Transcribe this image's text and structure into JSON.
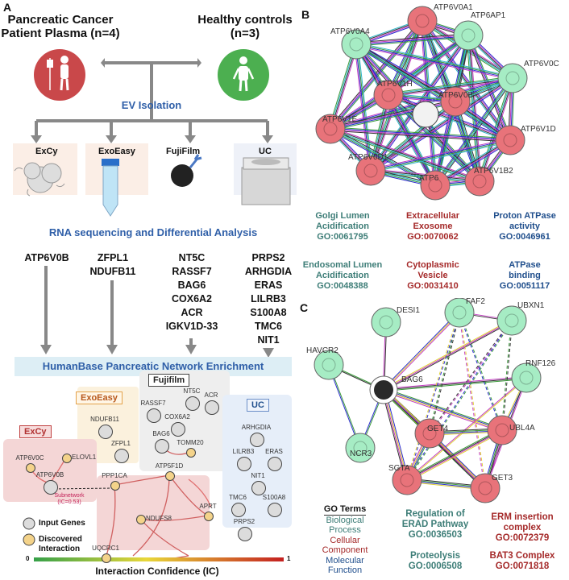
{
  "panel_a": {
    "letter": "A",
    "patients": {
      "line1": "Pancreatic Cancer",
      "line2": "Patient Plasma (n=4)"
    },
    "healthy": {
      "line1": "Healthy controls",
      "line2": "(n=3)"
    },
    "ev_isolation": "EV Isolation",
    "methods": [
      "ExCy",
      "ExoEasy",
      "FujiFilm",
      "UC"
    ],
    "rna_title": "RNA sequencing and Differential Analysis",
    "gene_columns": [
      [
        "ATP6V0B"
      ],
      [
        "ZFPL1",
        "NDUFB11"
      ],
      [
        "NT5C",
        "RASSF7",
        "BAG6",
        "COX6A2",
        "ACR",
        "IGKV1D-33"
      ],
      [
        "PRPS2",
        "ARHGDIA",
        "ERAS",
        "LILRB3",
        "S100A8",
        "TMC6",
        "NIT1"
      ]
    ],
    "humanbase_title": "HumanBase Pancreatic Network Enrichment",
    "network_boxes": {
      "exoeasy": "ExoEasy",
      "fujifilm": "Fujifilm",
      "excy": "ExCy",
      "uc": "UC"
    },
    "network_nodes": {
      "exoeasy": [
        "NDUFB11",
        "ZFPL1"
      ],
      "fujifilm": [
        "RASSF7",
        "NT5C",
        "ACR",
        "COX6A2",
        "BAG6",
        "TOMM20"
      ],
      "excy": [
        "ELOVL1",
        "ATP6V0C",
        "ATP6V0B"
      ],
      "sub": [
        "ATP5F1D",
        "PPP1CA",
        "NDUFS8",
        "UQCRC1",
        "APRT"
      ],
      "uc": [
        "ARHGDIA",
        "LILRB3",
        "ERAS",
        "NIT1",
        "TMC6",
        "S100A8",
        "PRPS2"
      ]
    },
    "subnetwork_label": "Subnetwork",
    "subnetwork_ic": "(IC=0.53)",
    "legend": {
      "input": "Input Genes",
      "discovered_1": "Discovered",
      "discovered_2": "Interaction"
    },
    "ic_scale": {
      "min": "0",
      "max": "1",
      "label": "Interaction Confidence (IC)"
    }
  },
  "panel_b": {
    "letter": "B",
    "nodes": [
      "ATP6V0A1",
      "ATP6AP1",
      "ATP6V0A4",
      "ATP6V0C",
      "ATP6V1H",
      "ATP6V0B",
      "ATP6V1E",
      "ATP6V1D",
      "ATP6V0D1",
      "ATP6V1B2",
      "ATP6"
    ],
    "go_terms": [
      {
        "name_1": "Golgi Lumen",
        "name_2": "Acidification",
        "id": "GO:0061795",
        "category": "bp"
      },
      {
        "name_1": "Extracellular",
        "name_2": "Exosome",
        "id": "GO:0070062",
        "category": "cc"
      },
      {
        "name_1": "Proton ATPase",
        "name_2": "activity",
        "id": "GO:0046961",
        "category": "mf"
      },
      {
        "name_1": "Endosomal Lumen",
        "name_2": "Acidification",
        "id": "GO:0048388",
        "category": "bp"
      },
      {
        "name_1": "Cytoplasmic",
        "name_2": "Vesicle",
        "id": "GO:0031410",
        "category": "cc"
      },
      {
        "name_1": "ATPase",
        "name_2": "binding",
        "id": "GO:0051117",
        "category": "mf"
      }
    ]
  },
  "panel_c": {
    "letter": "C",
    "nodes": [
      "DESI1",
      "FAF2",
      "UBXN1",
      "HAVCR2",
      "BAG6",
      "RNF126",
      "GET4",
      "UBL4A",
      "NCR3",
      "SGTA",
      "GET3"
    ],
    "legend": {
      "title": "GO Terms",
      "bp_1": "Biological",
      "bp_2": "Process",
      "cc_1": "Cellular",
      "cc_2": "Component",
      "mf_1": "Molecular",
      "mf_2": "Function"
    },
    "go_terms": [
      {
        "name_1": "Regulation of",
        "name_2": "ERAD Pathway",
        "id": "GO:0036503",
        "category": "bp"
      },
      {
        "name_1": "Proteolysis",
        "name_2": "",
        "id": "GO:0006508",
        "category": "bp"
      },
      {
        "name_1": "ERM insertion",
        "name_2": "complex",
        "id": "GO:0072379",
        "category": "cc"
      },
      {
        "name_1": "BAT3 Complex",
        "name_2": "",
        "id": "GO:0071818",
        "category": "cc"
      }
    ]
  },
  "colors": {
    "blue_text": "#2f5fa8",
    "bp": "#3d7d77",
    "cc": "#a52a2a",
    "mf": "#1f4e8c",
    "red_node": "#e8737a",
    "green_node": "#a6ecc4"
  }
}
